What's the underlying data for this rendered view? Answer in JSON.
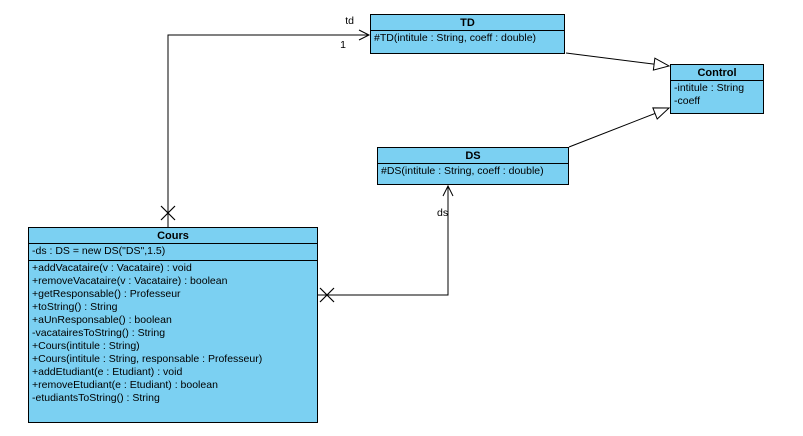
{
  "classes": {
    "td": {
      "name": "TD",
      "operations": [
        "#TD(intitule : String, coeff : double)"
      ]
    },
    "ds": {
      "name": "DS",
      "operations": [
        "#DS(intitule : String, coeff : double)"
      ]
    },
    "control": {
      "name": "Control",
      "attributes": [
        "-intitule : String",
        "-coeff"
      ]
    },
    "cours": {
      "name": "Cours",
      "attributes": [
        "-ds : DS = new DS(\"DS\",1.5)"
      ],
      "operations": [
        "+addVacataire(v : Vacataire) : void",
        "+removeVacataire(v : Vacataire) : boolean",
        "+getResponsable() : Professeur",
        "+toString() : String",
        "+aUnResponsable() : boolean",
        "-vacatairesToString() : String",
        "+Cours(intitule : String)",
        "+Cours(intitule : String, responsable : Professeur)",
        "+addEtudiant(e : Etudiant) : void",
        "+removeEtudiant(e : Etudiant) : boolean",
        "-etudiantsToString() : String"
      ]
    }
  },
  "edge_labels": {
    "td_role": "td",
    "td_multiplicity": "1",
    "ds_role": "ds"
  },
  "colors": {
    "class_fill": "#7bd0f2",
    "class_border": "#000000",
    "line": "#000000",
    "background": "#ffffff"
  }
}
